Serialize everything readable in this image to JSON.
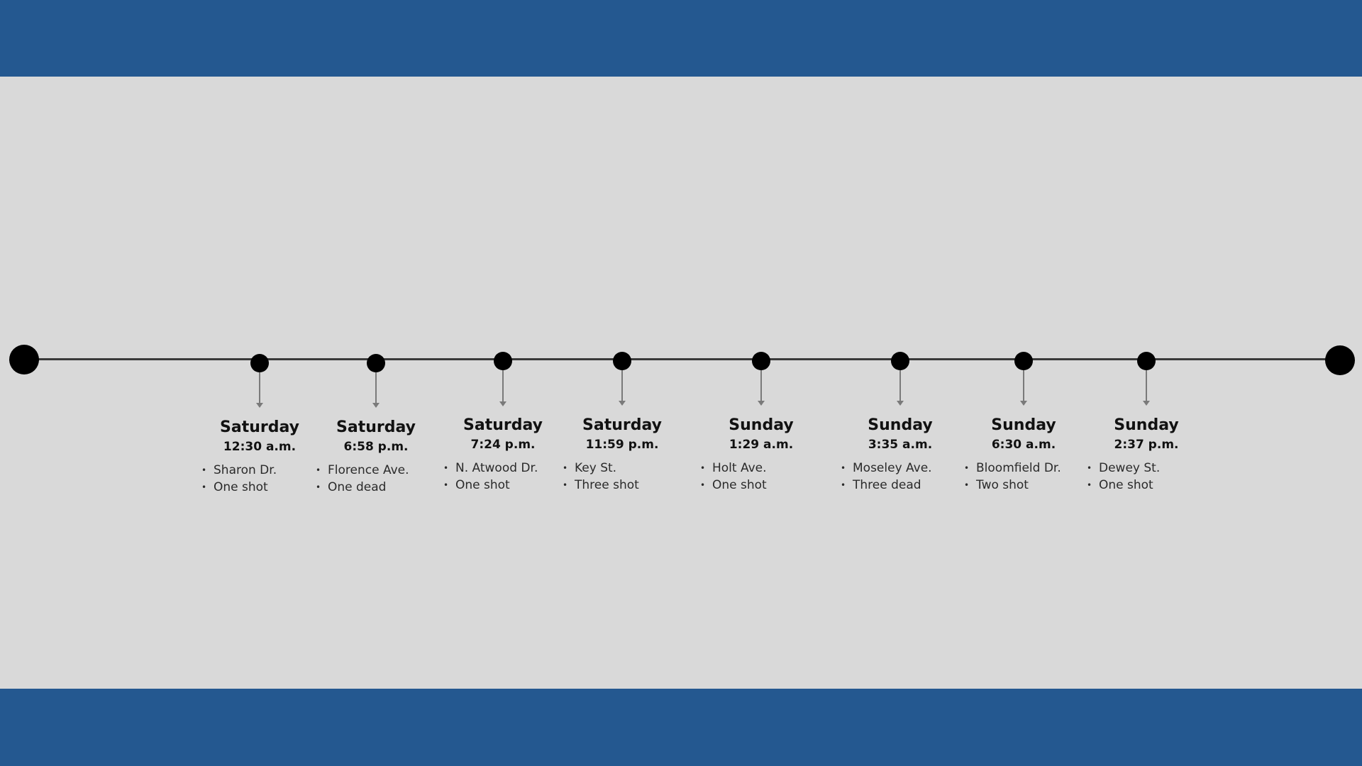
{
  "colors": {
    "band": "#245890",
    "background": "#d9d9d9",
    "line": "#3a3a3a",
    "dot": "#000000",
    "arrow": "#7a7a7a"
  },
  "events": [
    {
      "day": "Saturday",
      "time": "12:30 a.m.",
      "details": [
        "Sharon Dr.",
        "One shot"
      ]
    },
    {
      "day": "Saturday",
      "time": "6:58 p.m.",
      "details": [
        "Florence Ave.",
        "One dead"
      ]
    },
    {
      "day": "Saturday",
      "time": "7:24 p.m.",
      "details": [
        "N. Atwood Dr.",
        "One shot"
      ]
    },
    {
      "day": "Saturday",
      "time": "11:59 p.m.",
      "details": [
        "Key St.",
        "Three shot"
      ]
    },
    {
      "day": "Sunday",
      "time": "1:29 a.m.",
      "details": [
        "Holt Ave.",
        "One shot"
      ]
    },
    {
      "day": "Sunday",
      "time": "3:35 a.m.",
      "details": [
        "Moseley Ave.",
        "Three dead"
      ]
    },
    {
      "day": "Sunday",
      "time": "6:30 a.m.",
      "details": [
        "Bloomfield Dr.",
        "Two shot"
      ]
    },
    {
      "day": "Sunday",
      "time": "2:37 p.m.",
      "details": [
        "Dewey St.",
        "One shot"
      ]
    }
  ]
}
